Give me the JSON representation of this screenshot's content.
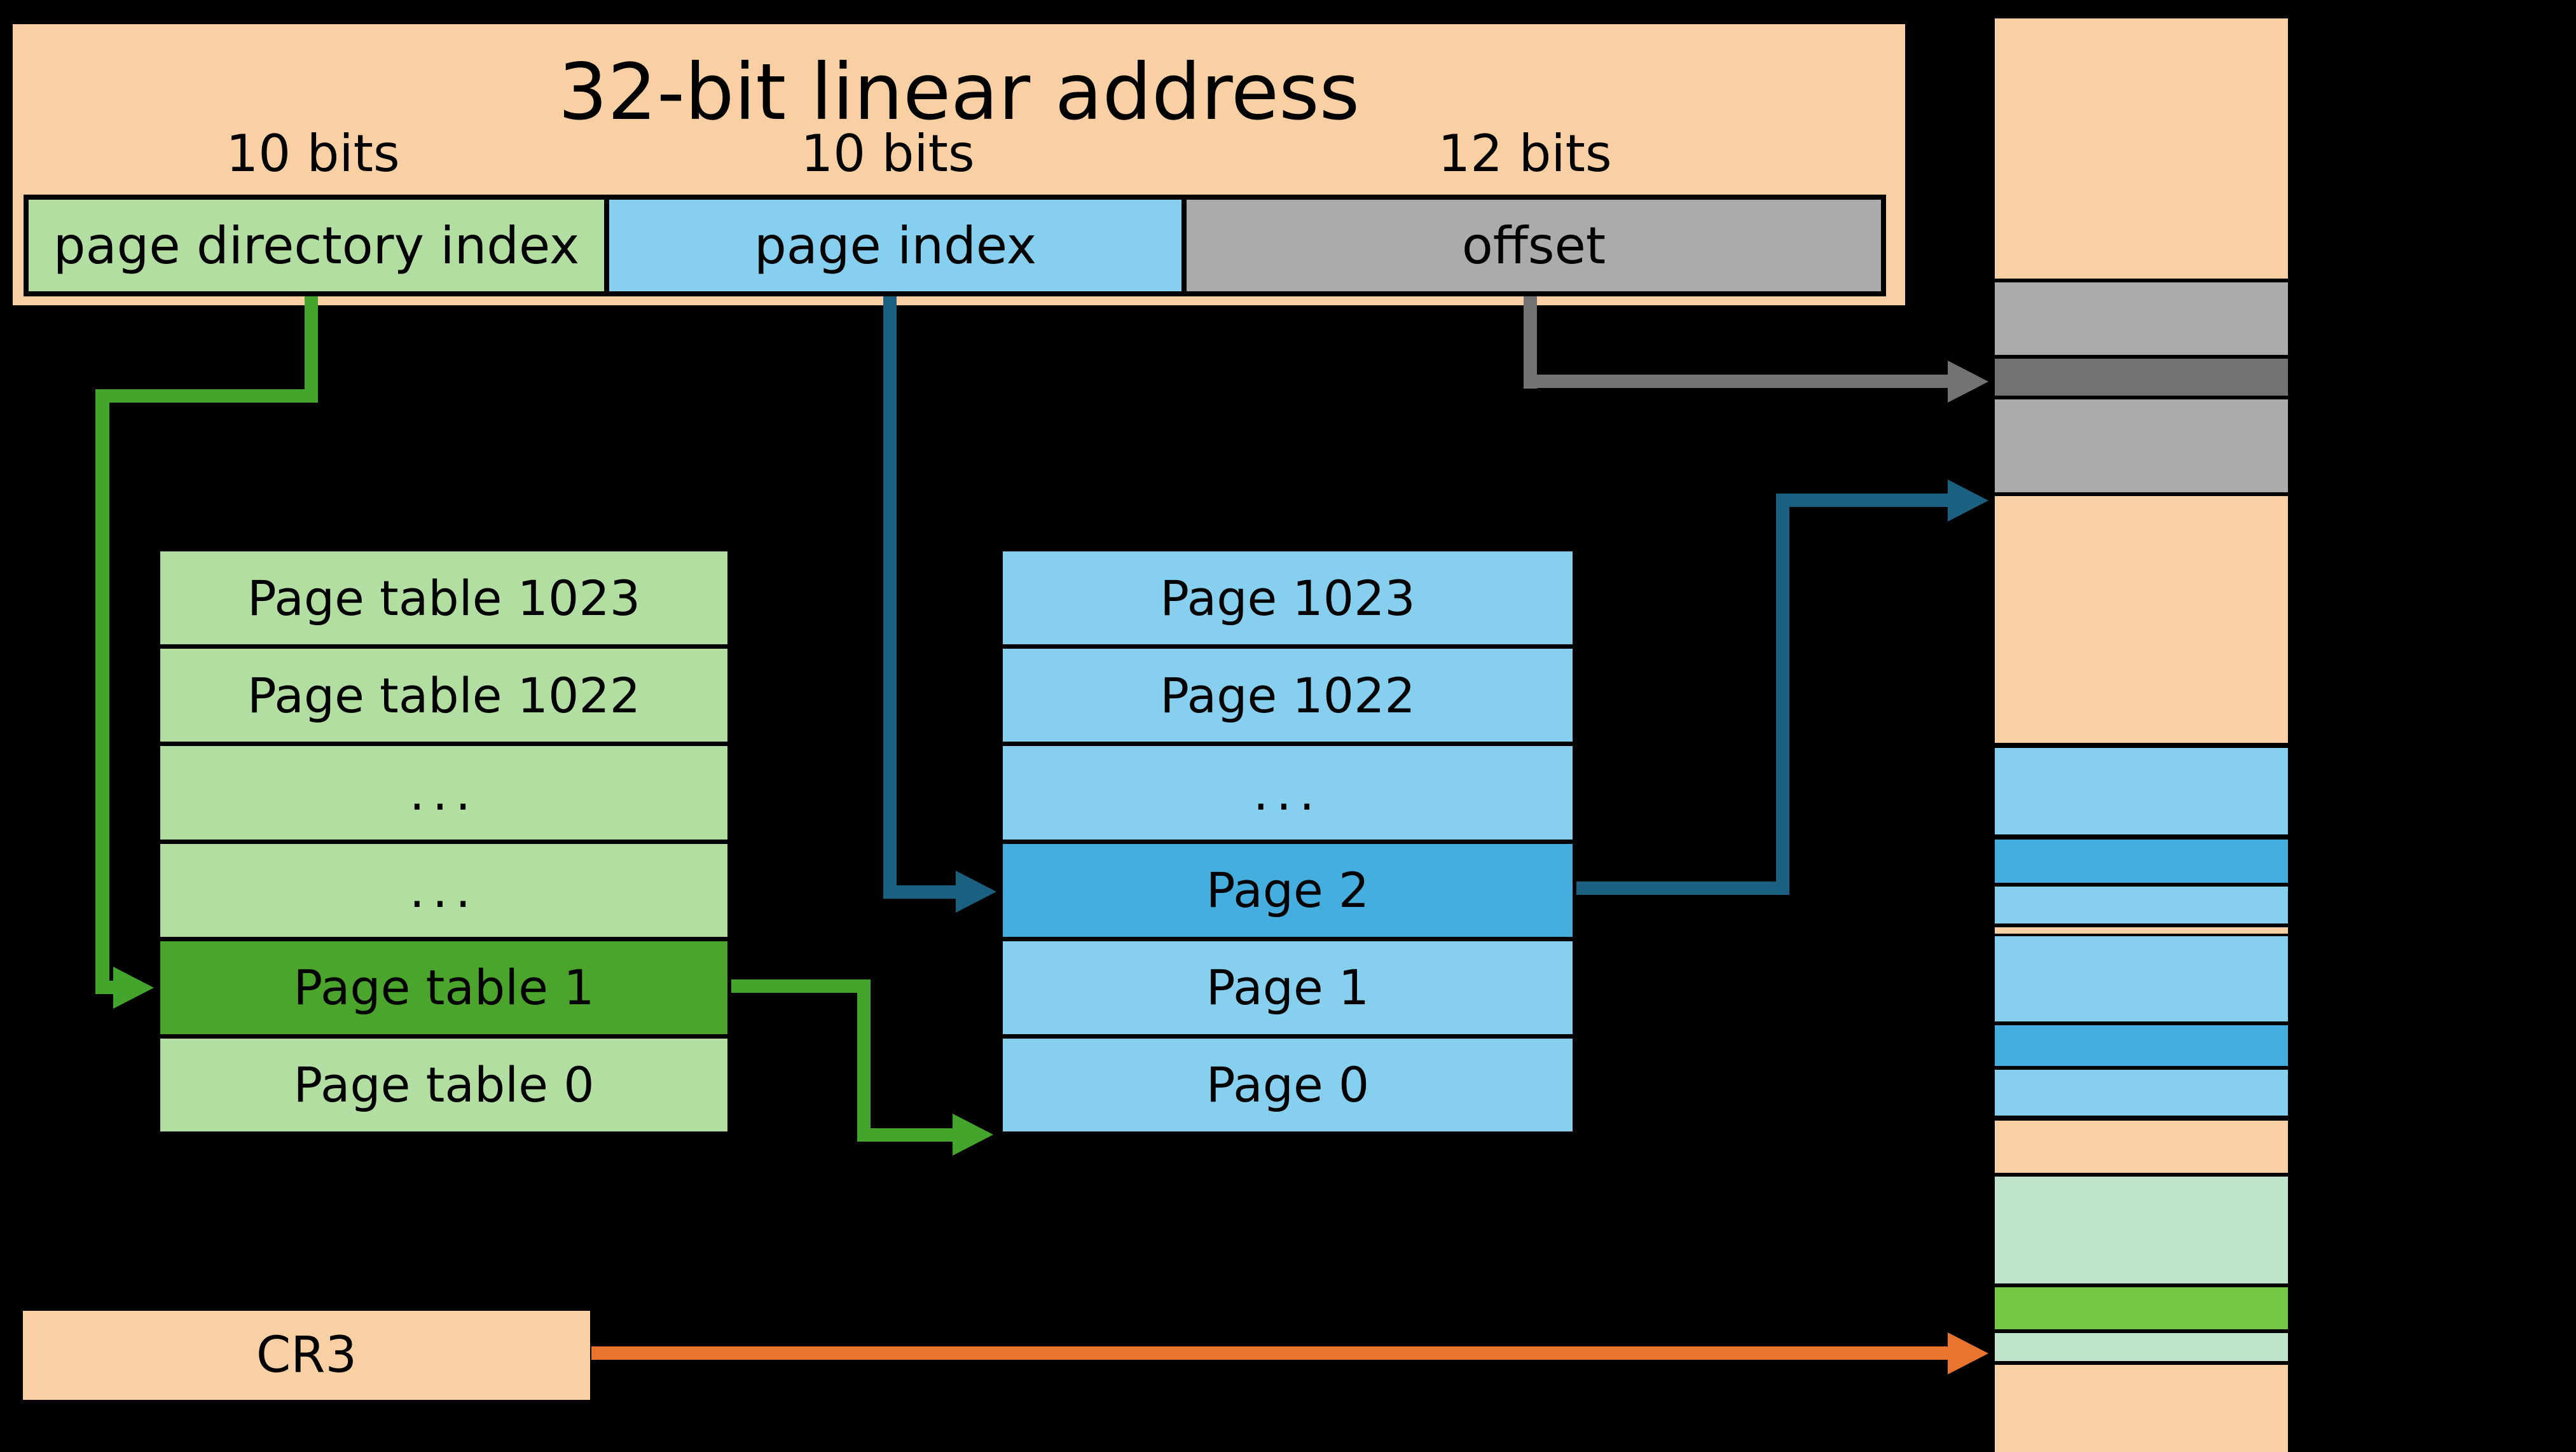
{
  "linear_address": {
    "title": "32-bit linear address",
    "bit_widths": [
      "10 bits",
      "10 bits",
      "12 bits"
    ],
    "fields": [
      {
        "label": "page directory index",
        "bits": "10 bits"
      },
      {
        "label": "page index",
        "bits": "10 bits"
      },
      {
        "label": "offset",
        "bits": "12 bits"
      }
    ]
  },
  "page_directory": {
    "rows": [
      {
        "label": "Page table 1023",
        "highlight": false
      },
      {
        "label": "Page table 1022",
        "highlight": false
      },
      {
        "label": "...",
        "highlight": false
      },
      {
        "label": "...",
        "highlight": false
      },
      {
        "label": "Page table 1",
        "highlight": true
      },
      {
        "label": "Page table 0",
        "highlight": false
      }
    ]
  },
  "page_table": {
    "rows": [
      {
        "label": "Page 1023",
        "highlight": false
      },
      {
        "label": "Page 1022",
        "highlight": false
      },
      {
        "label": "...",
        "highlight": false
      },
      {
        "label": "Page 2",
        "highlight": true
      },
      {
        "label": "Page 1",
        "highlight": false
      },
      {
        "label": "Page 0",
        "highlight": false
      }
    ]
  },
  "cr3_register": {
    "label": "CR3"
  },
  "physical_memory": {
    "segments": [
      "peach",
      "gray",
      "gray_dark",
      "gray",
      "peach",
      "blue_light",
      "blue_dark",
      "blue_light",
      "peach",
      "blue_light",
      "blue_dark",
      "blue_light",
      "peach",
      "mint",
      "green_bright",
      "mint",
      "peach"
    ]
  },
  "colors": {
    "peach": "#f9d0a4",
    "green_light": "#b3dea2",
    "green_dark": "#4ba52c",
    "green_arrow": "#43a52b",
    "blue_light": "#87cfee",
    "blue_dark": "#45aede",
    "teal_arrow": "#1b6080",
    "gray": "#ababab",
    "gray_dark": "#737373",
    "orange_arrow": "#e8742e",
    "mint": "#c0e3cb",
    "green_bright": "#74c845",
    "background": "#000000"
  }
}
